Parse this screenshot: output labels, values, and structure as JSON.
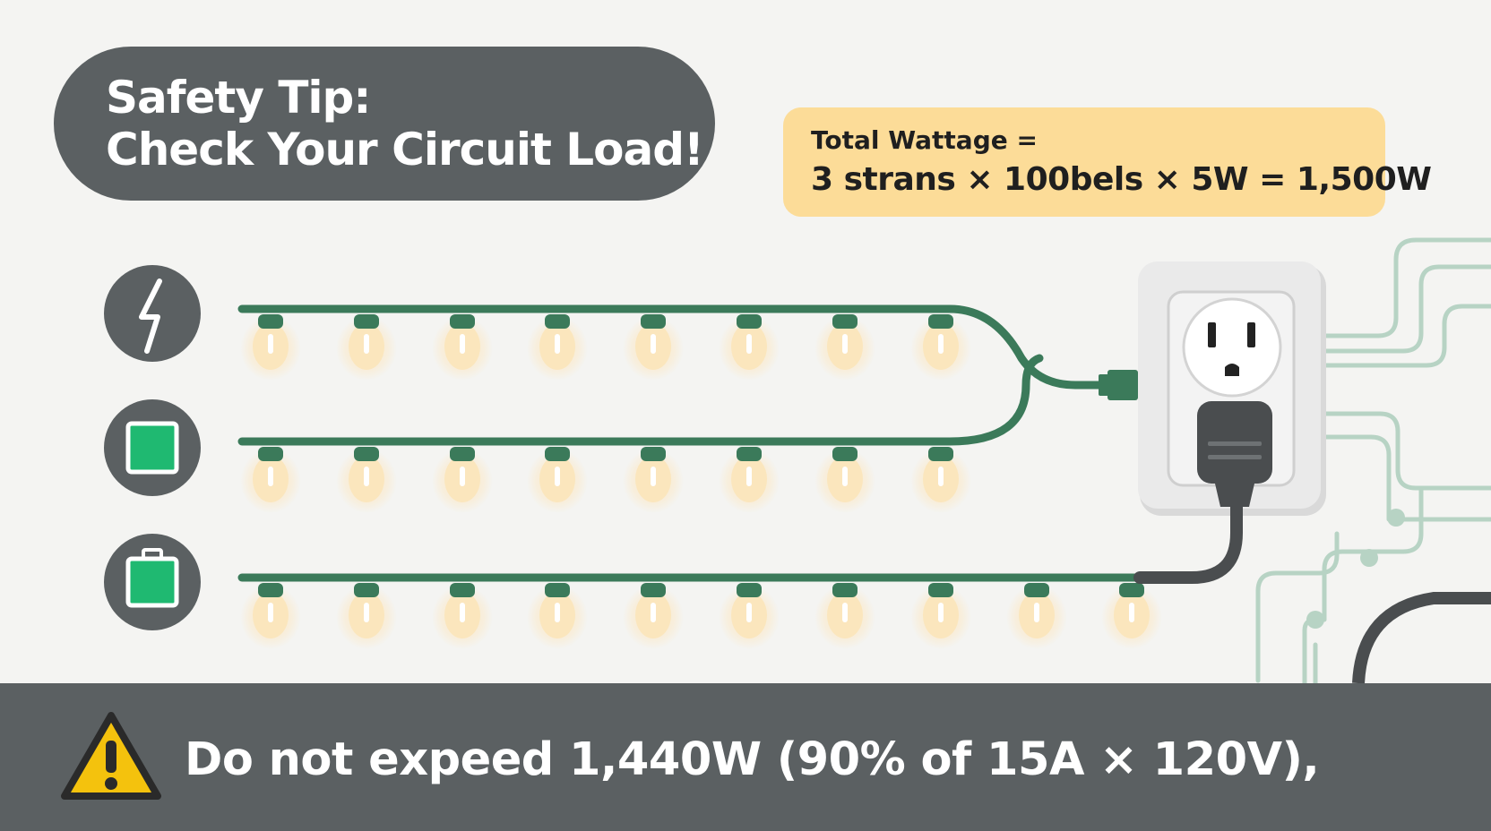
{
  "header": {
    "title_line1": "Safety Tip:",
    "title_line2": "Check Your Circuit Load!"
  },
  "formula": {
    "label": "Total Wattage =",
    "expression": "3 strans  × 100bels × 5W = 1,500W"
  },
  "warning": {
    "text": "Do not expeed 1,440W (90% of 15A × 120V),"
  },
  "icons": [
    "lightning-icon",
    "square-icon",
    "battery-icon",
    "outlet-icon",
    "plug-icon",
    "warning-icon"
  ],
  "colors": {
    "dark_gray": "#5b6062",
    "wire_green": "#3b7a5a",
    "icon_green": "#1fb971",
    "bulb_glow": "#fbe6bd",
    "formula_bg": "#fcdc98",
    "warning_yellow": "#f4c20d",
    "circuit_lines": "#b7d3c4"
  },
  "strands": [
    {
      "bulbs": 8
    },
    {
      "bulbs": 8
    },
    {
      "bulbs": 10
    }
  ]
}
